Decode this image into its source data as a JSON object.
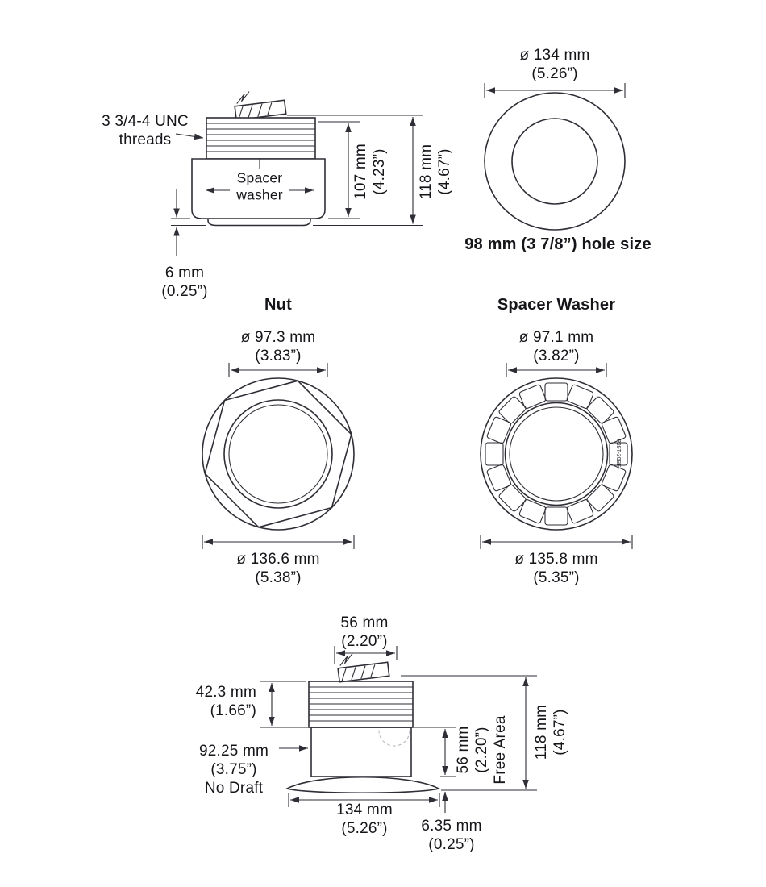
{
  "side_view_top": {
    "threads_label": "3 3/4-4 UNC\nthreads",
    "spacer_washer_label": "Spacer\nwasher",
    "dim_body_height": "107 mm\n(4.23”)",
    "dim_total_height": "118 mm\n(4.67”)",
    "dim_protrusion": "6 mm\n(0.25”)"
  },
  "top_view": {
    "dim_diameter": "ø 134 mm\n(5.26”)",
    "hole_size_note": "98 mm (3 7/8”) hole size"
  },
  "nut": {
    "title": "Nut",
    "dim_inner_diameter": "ø 97.3 mm\n(3.83”)",
    "dim_outer_diameter": "ø 136.6 mm\n(5.38”)"
  },
  "spacer_washer": {
    "title": "Spacer Washer",
    "dim_inner_diameter": "ø 97.1 mm\n(3.82”)",
    "dim_outer_diameter": "ø 135.8 mm\n(5.35”)",
    "part_number": "P29T-30BF-"
  },
  "side_view_bottom": {
    "dim_top_width": "56 mm\n(2.20”)",
    "dim_thread_length": "42.3 mm\n(1.66”)",
    "dim_no_draft": "92.25 mm\n(3.75”)\nNo Draft",
    "dim_flange_width": "134 mm\n(5.26”)",
    "dim_free_area": "56 mm\n(2.20”)\nFree Area",
    "dim_total_height": "118 mm\n(4.67”)",
    "dim_flange_thickness": "6.35 mm\n(0.25”)"
  }
}
